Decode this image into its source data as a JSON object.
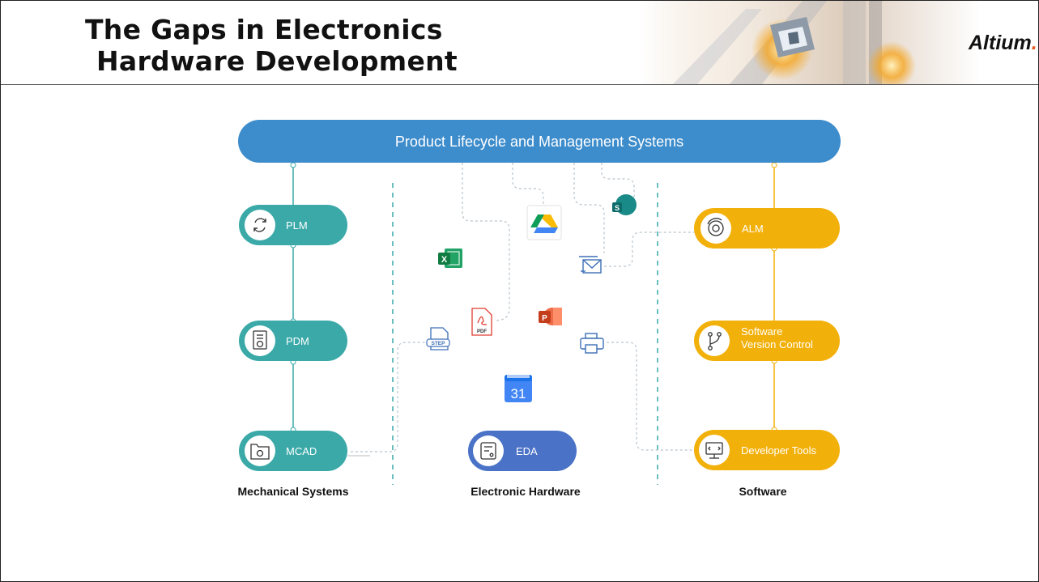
{
  "header": {
    "title_line1": "The Gaps in Electronics",
    "title_line2": "Hardware Development",
    "logo": "Altium",
    "logo_dot": "."
  },
  "top_bar": {
    "label": "Product Lifecycle and Management Systems",
    "color": "#3d8ccb"
  },
  "mechanical": {
    "color": "#3aa9a8",
    "items": [
      {
        "label": "PLM",
        "icon": "sync-icon"
      },
      {
        "label": "PDM",
        "icon": "document-gear-icon"
      },
      {
        "label": "MCAD",
        "icon": "folder-gear-icon"
      }
    ],
    "column_label": "Mechanical Systems"
  },
  "electronic": {
    "color": "#4a72c6",
    "items": [
      {
        "label": "EDA",
        "icon": "circuit-board-icon"
      }
    ],
    "column_label": "Electronic Hardware",
    "file_icons": [
      {
        "name": "google-drive-icon"
      },
      {
        "name": "sharepoint-icon",
        "text": "S"
      },
      {
        "name": "excel-icon",
        "text": "X"
      },
      {
        "name": "email-icon"
      },
      {
        "name": "pdf-icon",
        "text": "PDF"
      },
      {
        "name": "powerpoint-icon",
        "text": "P"
      },
      {
        "name": "step-file-icon",
        "text": "STEP"
      },
      {
        "name": "printer-icon"
      },
      {
        "name": "calendar-icon",
        "text": "31"
      }
    ]
  },
  "software": {
    "color": "#f2b00a",
    "items": [
      {
        "label": "ALM",
        "icon": "gear-cycle-icon"
      },
      {
        "label": "Software\nVersion Control",
        "label_line1": "Software",
        "label_line2": "Version Control",
        "icon": "branch-icon"
      },
      {
        "label": "Developer Tools",
        "icon": "code-monitor-icon"
      }
    ],
    "column_label": "Software"
  }
}
